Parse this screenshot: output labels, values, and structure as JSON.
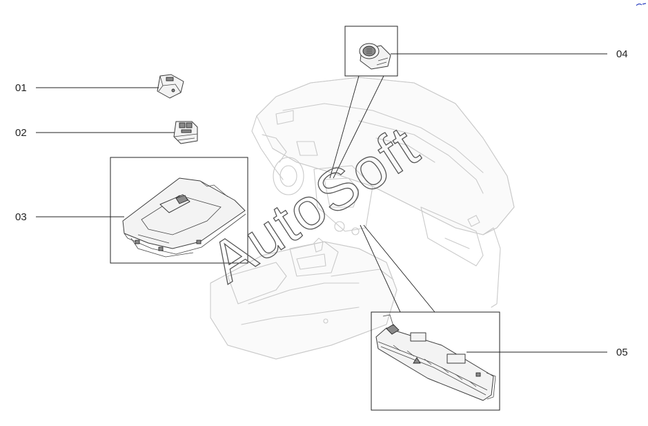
{
  "callouts": [
    {
      "id": "01",
      "label": "01"
    },
    {
      "id": "02",
      "label": "02"
    },
    {
      "id": "03",
      "label": "03"
    },
    {
      "id": "04",
      "label": "04"
    },
    {
      "id": "05",
      "label": "05"
    }
  ],
  "watermark": "AutoSoft",
  "colors": {
    "line": "#222222",
    "ghost": "#c9c9c9",
    "background": "#ffffff"
  },
  "icons": [
    "brand-mark-icon"
  ]
}
